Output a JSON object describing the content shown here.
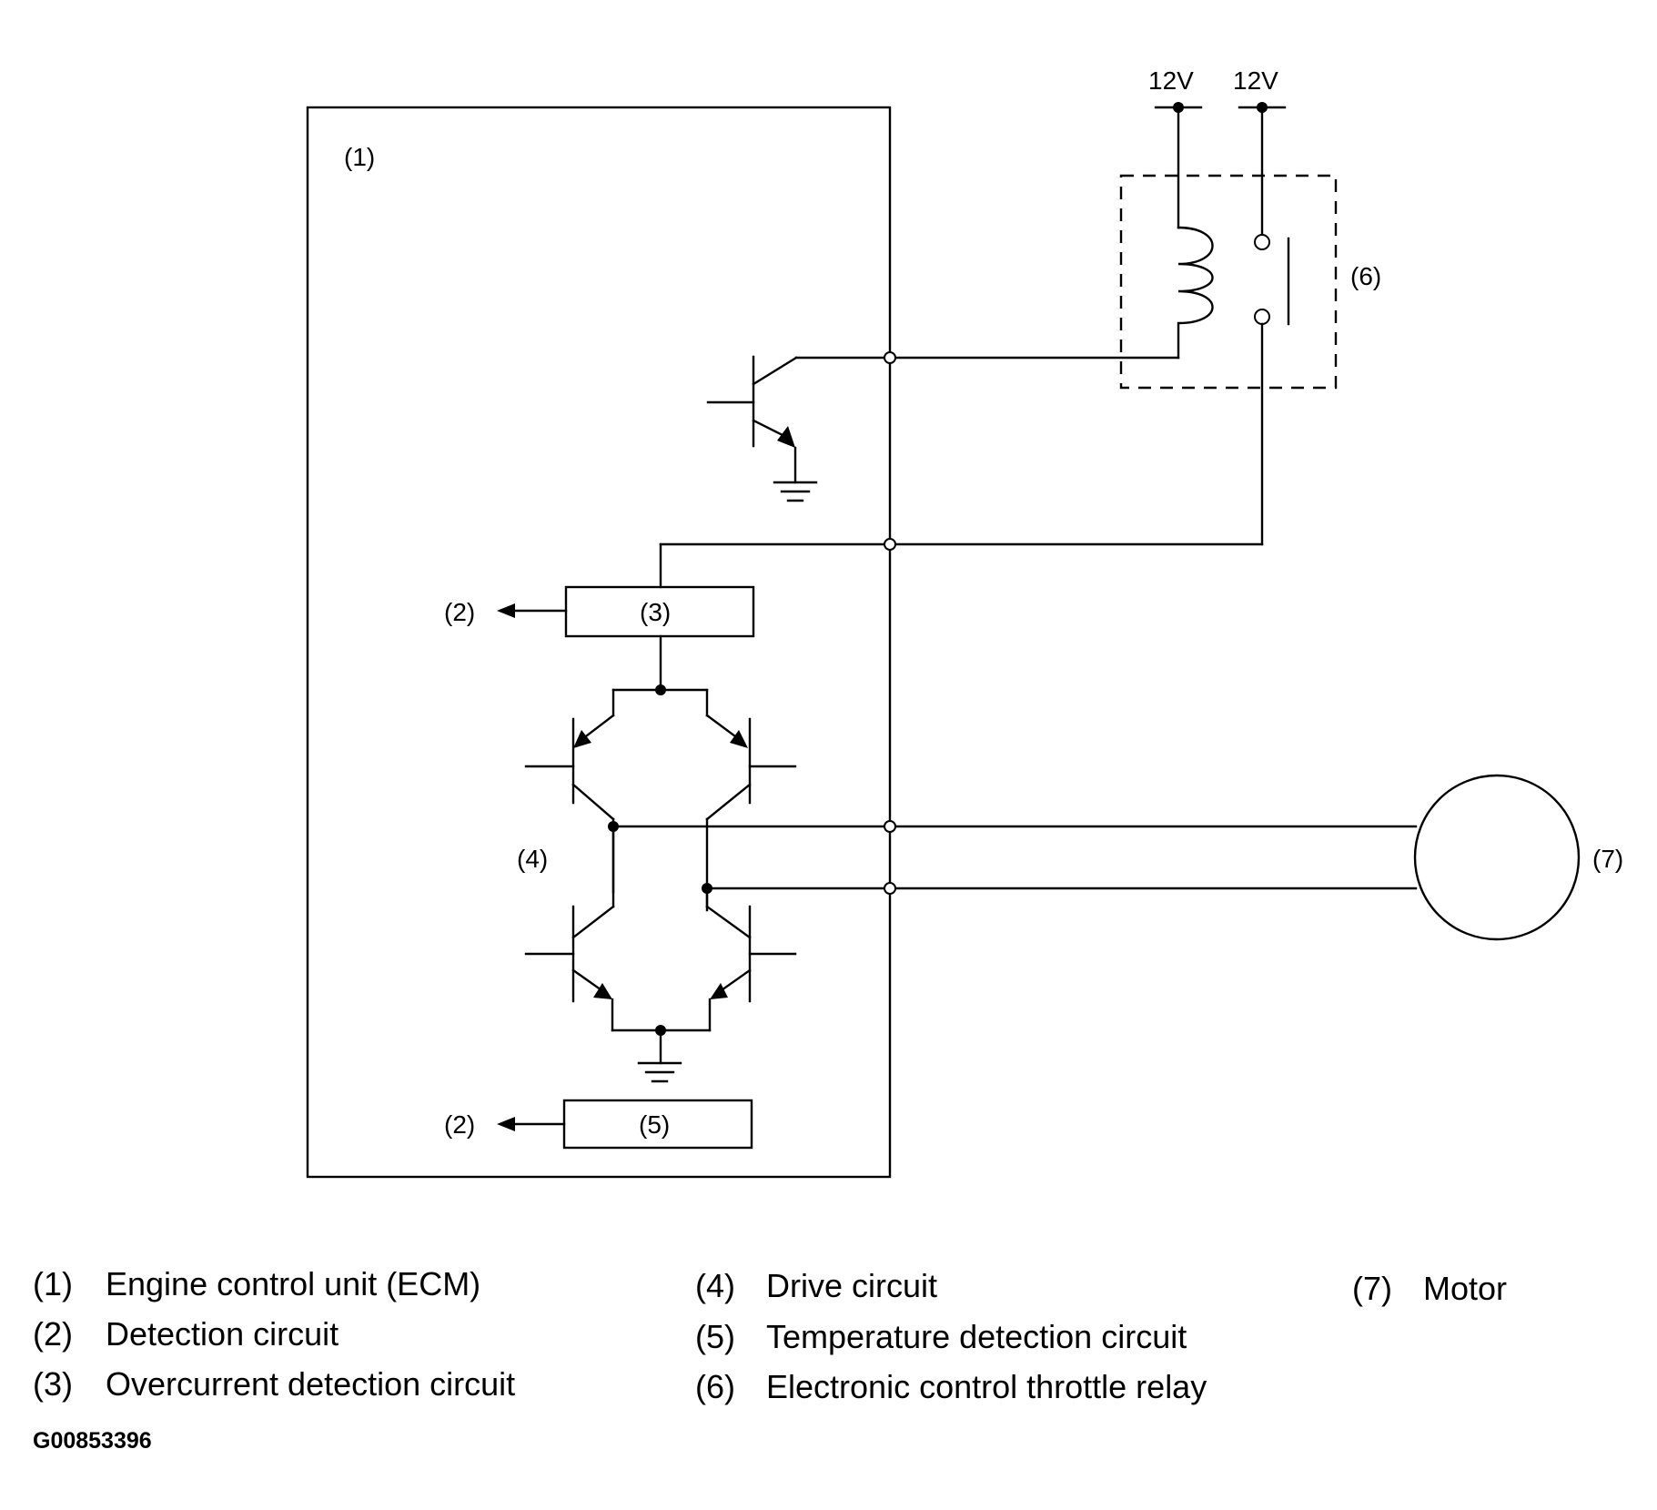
{
  "diagram": {
    "supply_left": "12V",
    "supply_right": "12V",
    "label_ecm": "(1)",
    "label_detect_top": "(2)",
    "label_overcurrent": "(3)",
    "label_drive": "(4)",
    "label_detect_bottom": "(2)",
    "label_temp": "(5)",
    "label_relay": "(6)",
    "label_motor": "(7)"
  },
  "legend": [
    {
      "num": "(1)",
      "text": "Engine control unit (ECM)"
    },
    {
      "num": "(2)",
      "text": "Detection circuit"
    },
    {
      "num": "(3)",
      "text": "Overcurrent detection circuit"
    },
    {
      "num": "(4)",
      "text": "Drive circuit"
    },
    {
      "num": "(5)",
      "text": "Temperature detection circuit"
    },
    {
      "num": "(6)",
      "text": "Electronic control throttle relay"
    },
    {
      "num": "(7)",
      "text": "Motor"
    }
  ],
  "figure_code": "G00853396"
}
